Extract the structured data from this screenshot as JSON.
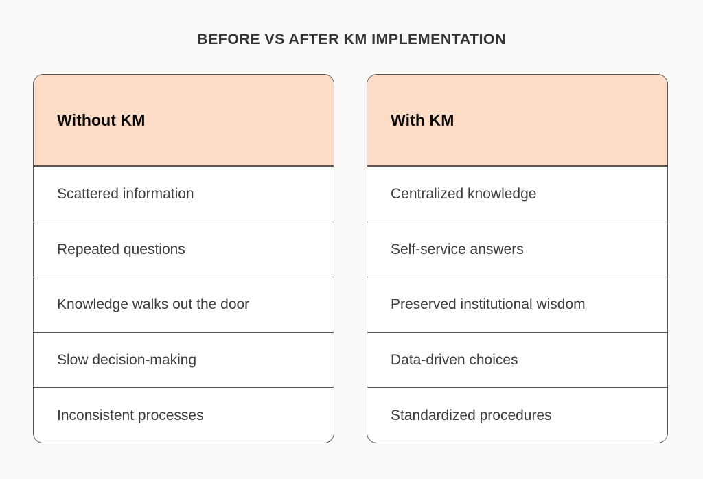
{
  "page": {
    "title": "BEFORE VS AFTER KM IMPLEMENTATION",
    "background_color": "#faf9f8",
    "title_color": "#343434"
  },
  "colors": {
    "header_fill": "#fcdcc6",
    "border": "#55555a",
    "row_divider": "#595959",
    "row_fill": "#ffffff",
    "body_text": "#3c3c3e",
    "header_text": "#080808"
  },
  "comparison": {
    "columns": [
      {
        "header": "Without KM",
        "rows": [
          {
            "label": "Scattered information"
          },
          {
            "label": "Repeated questions"
          },
          {
            "label": "Knowledge walks out the door"
          },
          {
            "label": "Slow decision-making"
          },
          {
            "label": "Inconsistent processes"
          }
        ]
      },
      {
        "header": "With KM",
        "rows": [
          {
            "label": "Centralized knowledge"
          },
          {
            "label": "Self-service answers"
          },
          {
            "label": "Preserved institutional wisdom"
          },
          {
            "label": "Data-driven choices"
          },
          {
            "label": "Standardized procedures"
          }
        ]
      }
    ]
  }
}
